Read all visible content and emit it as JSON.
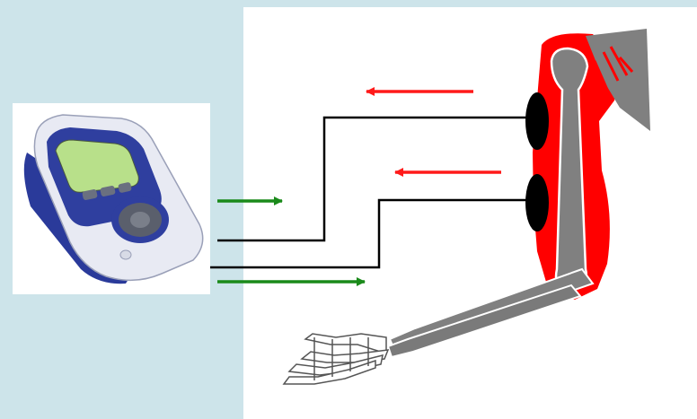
{
  "colors": {
    "background": "#cde4ea",
    "panel": "#ffffff",
    "muscle": "#ff0000",
    "bone": "#808080",
    "electrode": "#000000",
    "input_arrow": "#1a8a1a",
    "response_arrow": "#ff1a1a",
    "device_body": "#e6e8f2",
    "device_trim": "#2a3a9a",
    "device_screen": "#b8e08a"
  },
  "diagram": {
    "device": {
      "name": "stimulator-device",
      "icon": "electrical-stimulator-unit"
    },
    "arm": {
      "name": "arm-skeleton",
      "icon": "flexed-arm-with-biceps"
    },
    "electrodes": [
      "upper-electrode",
      "lower-electrode"
    ],
    "arrows": {
      "device_to_arm": [
        "green-arrow-upper",
        "green-arrow-lower"
      ],
      "arm_to_device": [
        "red-arrow-upper",
        "red-arrow-lower"
      ]
    }
  }
}
